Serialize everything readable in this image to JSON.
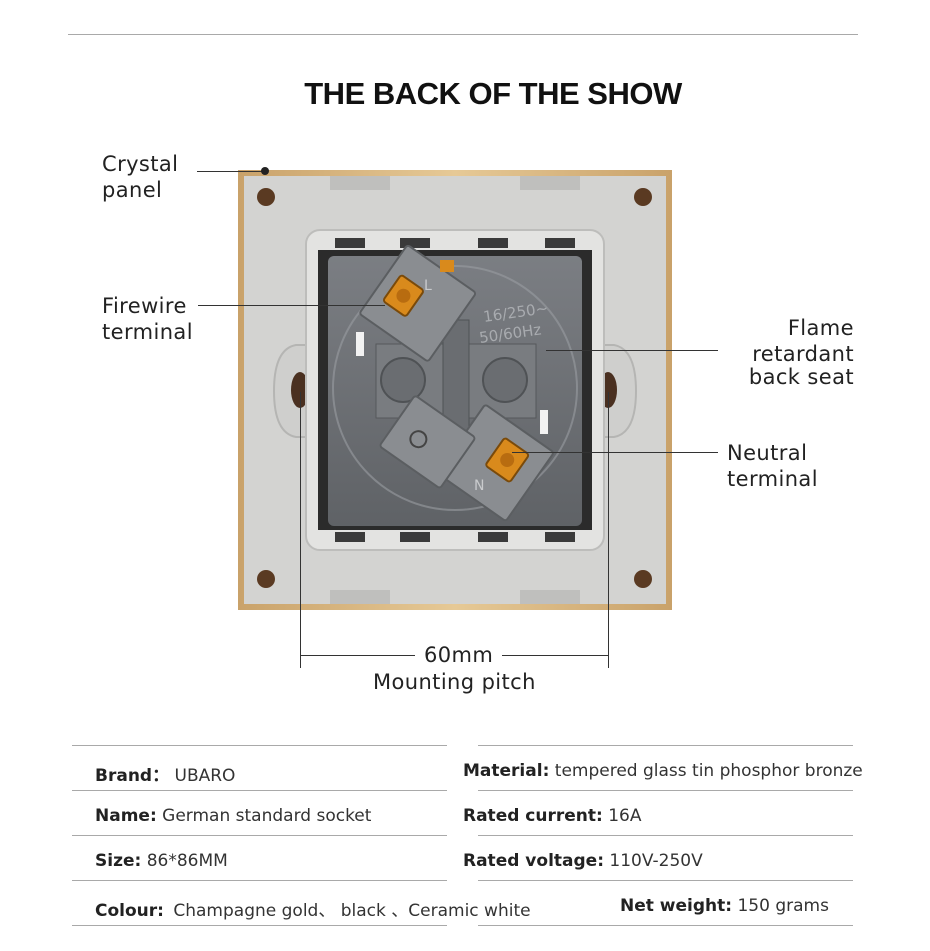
{
  "title": "THE BACK OF THE SHOW",
  "callouts": {
    "crystal_panel": [
      "Crystal",
      "panel"
    ],
    "firewire_terminal": [
      "Firewire",
      "terminal"
    ],
    "flame_retardant": [
      "Flame retardant",
      "back seat"
    ],
    "neutral_terminal": [
      "Neutral",
      "terminal"
    ]
  },
  "socket_markings": {
    "rating_line1": "16/250~",
    "rating_line2": "50/60Hz",
    "live_letter": "L",
    "neutral_letter": "N"
  },
  "dimension": {
    "value": "60mm",
    "caption": "Mounting pitch"
  },
  "specs": {
    "brand": {
      "label": "Brand",
      "sep": "：",
      "value": "UBARO"
    },
    "name": {
      "label": "Name",
      "sep": ":",
      "value": "German standard socket"
    },
    "size": {
      "label": "Size",
      "sep": ":",
      "value": "86*86MM"
    },
    "colour": {
      "label": "Colour",
      "sep": ":",
      "value": "Champagne gold、 black 、Ceramic white"
    },
    "material": {
      "label": "Material",
      "sep": ":",
      "value": "tempered glass tin phosphor bronze"
    },
    "rated_current": {
      "label": "Rated current",
      "sep": ":",
      "value": "16A"
    },
    "rated_voltage": {
      "label": "Rated voltage",
      "sep": ":",
      "value": "110V-250V"
    },
    "net_weight": {
      "label": "Net weight",
      "sep": ":",
      "value": "150 grams"
    }
  },
  "colors": {
    "gold_frame": "#d8b47e",
    "panel_gray": "#d4d4d2",
    "module_dark": "#6f7276",
    "copper": "#d98a1c"
  }
}
